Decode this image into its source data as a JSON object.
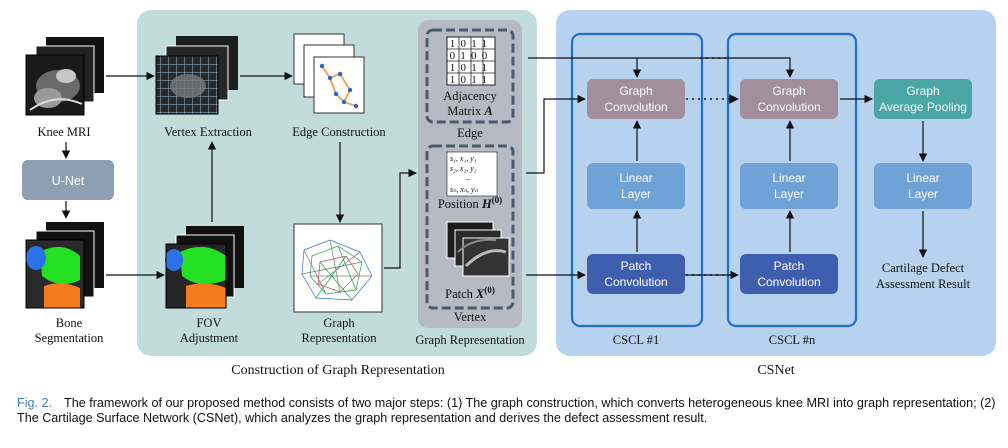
{
  "left_panel": {
    "title": "Construction of Graph Representation",
    "knee_mri": "Knee MRI",
    "unet": "U-Net",
    "bone_seg_1": "Bone",
    "bone_seg_2": "Segmentation",
    "vertex_extraction": "Vertex Extraction",
    "edge_construction": "Edge Construction",
    "fov_1": "FOV",
    "fov_2": "Adjustment",
    "graph_rep_1": "Graph",
    "graph_rep_2": "Representation"
  },
  "graph_representation": {
    "label": "Graph Representation",
    "edge_label": "Edge",
    "adjacency_1": "Adjacency",
    "adjacency_2": "Matrix",
    "adjacency_symbol": "A",
    "matrix_rows": [
      "1011",
      "0100",
      "1011",
      "1011"
    ],
    "position_label": "Position",
    "position_symbol": "H",
    "position_sup": "(0)",
    "position_rows": [
      "s₁, x₁, y₁",
      "s₂, x₂, y₂",
      "...",
      "sₙ, xₙ, yₙ"
    ],
    "patch_label": "Patch",
    "patch_symbol": "X",
    "patch_sup": "(0)",
    "vertex_label": "Vertex"
  },
  "csnet": {
    "title": "CSNet",
    "cscl1": "CSCL #1",
    "csclN": "CSCL #n",
    "graph_conv_1": "Graph",
    "graph_conv_2": "Convolution",
    "linear_1": "Linear",
    "linear_2": "Layer",
    "patch_conv_1": "Patch",
    "patch_conv_2": "Convolution",
    "pool_1": "Graph",
    "pool_2": "Average Pooling",
    "result_1": "Cartilage Defect",
    "result_2": "Assessment Result"
  },
  "caption": {
    "label": "Fig. 2.",
    "text": "The framework of our proposed method consists of two major steps: (1) The graph construction, which converts heterogeneous knee MRI into graph representation; (2) The Cartilage Surface Network (CSNet), which analyzes the graph representation and derives the defect assessment result."
  },
  "colors": {
    "left_panel_bg": "#c2dcdc",
    "right_panel_bg": "#b6d2ee",
    "graph_conv": "#a18f9c",
    "linear": "#6fa3d7",
    "patch_conv": "#3f5fae",
    "pooling": "#4aa5a5",
    "cscl_border": "#1f6fd1",
    "unet": "#8e9fb3"
  }
}
